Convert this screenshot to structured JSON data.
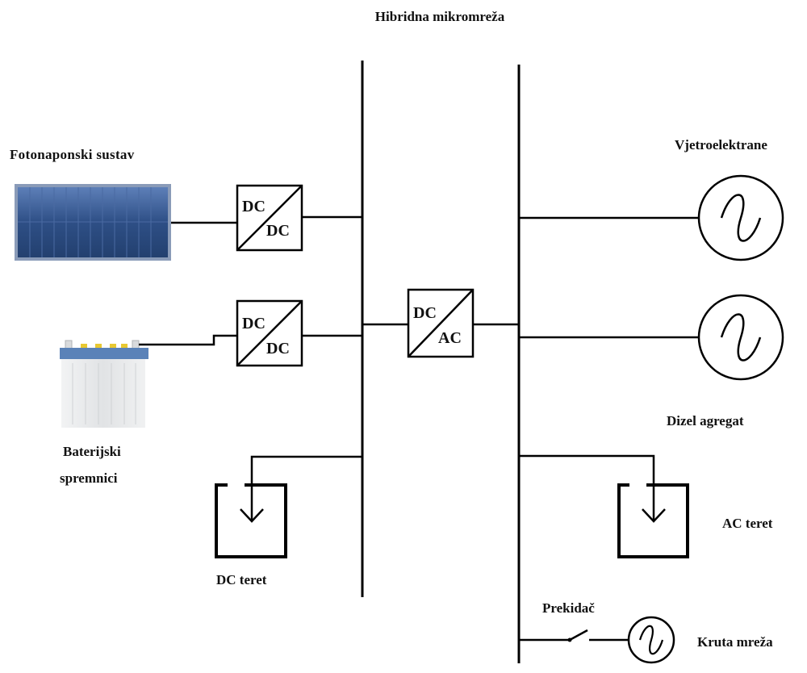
{
  "title": "Hibridna mikromreža",
  "components": {
    "pv": {
      "label": "Fotonaponski sustav"
    },
    "battery": {
      "label_line1": "Baterijski",
      "label_line2": "spremnici"
    },
    "dc_load": {
      "label": "DC teret"
    },
    "wind": {
      "label": "Vjetroelektrane"
    },
    "diesel": {
      "label": "Dizel agregat"
    },
    "ac_load": {
      "label": "AC teret"
    },
    "switch": {
      "label": "Prekidač"
    },
    "grid": {
      "label": "Kruta mreža"
    }
  },
  "converters": {
    "pv_converter": {
      "top": "DC",
      "bottom": "DC"
    },
    "battery_converter": {
      "top": "DC",
      "bottom": "DC"
    },
    "inverter": {
      "top": "DC",
      "bottom": "AC"
    }
  },
  "colors": {
    "line": "#000000",
    "panel_fill": "#2e4f86",
    "panel_frame": "#8a9bb8",
    "battery_body": "#e4e6e8",
    "battery_lid": "#5a82b8",
    "battery_terminal": "#e8c832"
  }
}
